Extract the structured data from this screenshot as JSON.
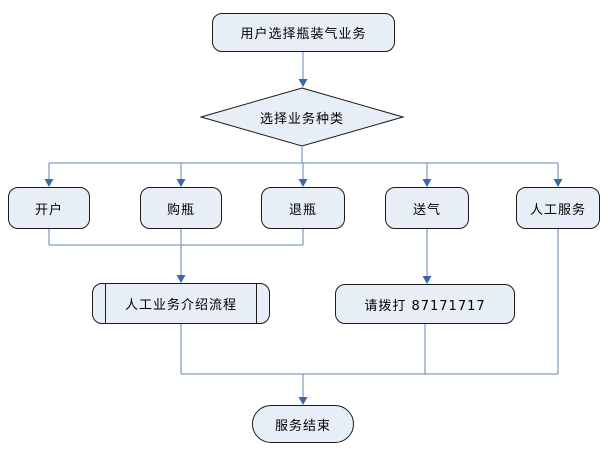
{
  "diagram": {
    "type": "flowchart",
    "nodes": {
      "start": {
        "label": "用户选择瓶装气业务",
        "shape": "rounded-rectangle"
      },
      "decision": {
        "label": "选择业务种类",
        "shape": "diamond"
      },
      "open_account": {
        "label": "开户",
        "shape": "rounded-rectangle"
      },
      "buy_bottle": {
        "label": "购瓶",
        "shape": "rounded-rectangle"
      },
      "return_bottle": {
        "label": "退瓶",
        "shape": "rounded-rectangle"
      },
      "deliver_gas": {
        "label": "送气",
        "shape": "rounded-rectangle"
      },
      "manual_service": {
        "label": "人工服务",
        "shape": "rounded-rectangle"
      },
      "intro_process": {
        "label": "人工业务介绍流程",
        "shape": "predefined-process"
      },
      "call_number": {
        "label": "请拨打 87171717",
        "shape": "rounded-rectangle"
      },
      "end": {
        "label": "服务结束",
        "shape": "terminator"
      }
    },
    "edges": [
      {
        "from": "start",
        "to": "decision"
      },
      {
        "from": "decision",
        "to": "open_account"
      },
      {
        "from": "decision",
        "to": "buy_bottle"
      },
      {
        "from": "decision",
        "to": "return_bottle"
      },
      {
        "from": "decision",
        "to": "deliver_gas"
      },
      {
        "from": "decision",
        "to": "manual_service"
      },
      {
        "from": "open_account",
        "to": "intro_process"
      },
      {
        "from": "buy_bottle",
        "to": "intro_process"
      },
      {
        "from": "return_bottle",
        "to": "intro_process"
      },
      {
        "from": "deliver_gas",
        "to": "call_number"
      },
      {
        "from": "intro_process",
        "to": "end"
      },
      {
        "from": "call_number",
        "to": "end"
      },
      {
        "from": "manual_service",
        "to": "end"
      }
    ],
    "colors": {
      "node_fill": "#e8eef7",
      "node_border": "#1b1b1b",
      "connector_line": "#6485b5",
      "arrowhead": "#3a69a8",
      "background": "#ffffff"
    }
  }
}
